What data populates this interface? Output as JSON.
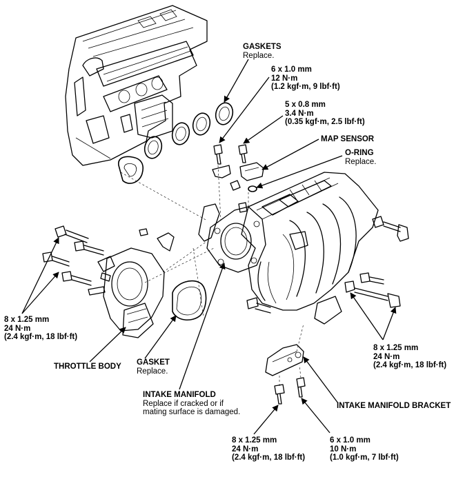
{
  "callouts": {
    "gaskets_top": {
      "title": "GASKETS",
      "note": "Replace."
    },
    "bolt_top_6x10": {
      "size": "6 x 1.0 mm",
      "torque": "12 N·m",
      "alt": "(1.2 kgf·m, 9 lbf·ft)"
    },
    "bolt_5x08": {
      "size": "5 x 0.8 mm",
      "torque": "3.4 N·m",
      "alt": "(0.35 kgf·m, 2.5 lbf·ft)"
    },
    "map_sensor": {
      "title": "MAP SENSOR"
    },
    "o_ring": {
      "title": "O-RING",
      "note": "Replace."
    },
    "bolt_left_8x125": {
      "size": "8 x 1.25 mm",
      "torque": "24 N·m",
      "alt": "(2.4 kgf·m, 18 lbf·ft)"
    },
    "throttle_body": {
      "title": "THROTTLE BODY"
    },
    "gasket_tb": {
      "title": "GASKET",
      "note": "Replace."
    },
    "intake_manifold": {
      "title": "INTAKE MANIFOLD",
      "note1": "Replace if cracked or if",
      "note2": "mating surface is damaged."
    },
    "bolt_right_8x125": {
      "size": "8 x 1.25 mm",
      "torque": "24 N·m",
      "alt": "(2.4 kgf·m, 18 lbf·ft)"
    },
    "bracket": {
      "title": "INTAKE MANIFOLD BRACKET"
    },
    "bolt_bottom_8x125": {
      "size": "8 x 1.25 mm",
      "torque": "24 N·m",
      "alt": "(2.4 kgf·m, 18 lbf·ft)"
    },
    "bolt_bottom_6x10": {
      "size": "6 x 1.0 mm",
      "torque": "10 N·m",
      "alt": "(1.0 kgf·m, 7 lbf·ft)"
    }
  },
  "colors": {
    "ink": "#000000",
    "paper": "#ffffff"
  }
}
